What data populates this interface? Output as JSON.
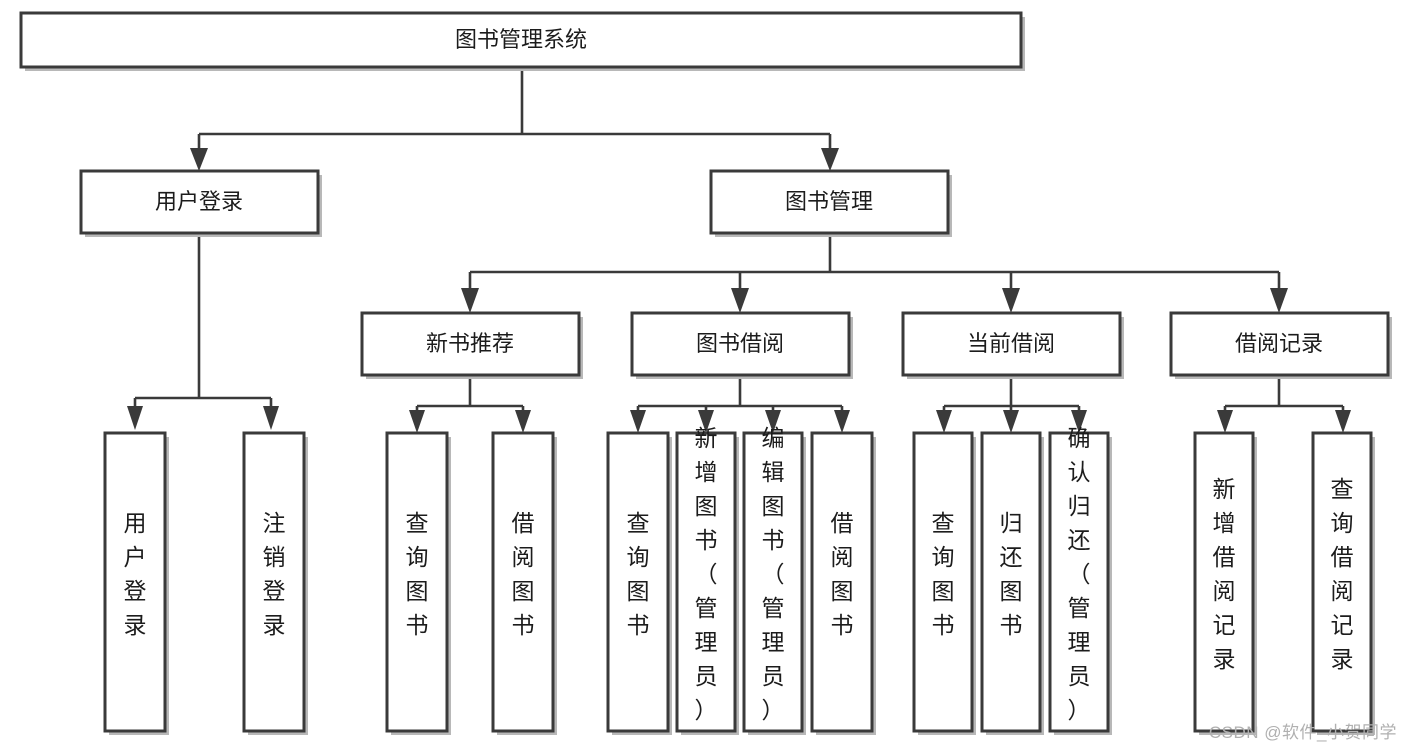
{
  "diagram": {
    "title": "图书管理系统",
    "type": "tree-hierarchy-diagram",
    "watermark": "CSDN @软件_小贺同学",
    "colors": {
      "background": "#ffffff",
      "box_fill": "#ffffff",
      "box_stroke": "#3a3a3a",
      "box_shadow": "#b8b8b8",
      "edge": "#3a3a3a",
      "text": "#1c1c1c",
      "watermark": "#b0b0b0"
    },
    "nodes": {
      "root": {
        "label": "图书管理系统"
      },
      "level2": [
        {
          "id": "user-login",
          "label": "用户登录"
        },
        {
          "id": "book-management",
          "label": "图书管理"
        }
      ],
      "level3": [
        {
          "id": "new-book-recommend",
          "label": "新书推荐"
        },
        {
          "id": "book-borrow",
          "label": "图书借阅"
        },
        {
          "id": "current-borrow",
          "label": "当前借阅"
        },
        {
          "id": "borrow-record",
          "label": "借阅记录"
        }
      ],
      "leaves": {
        "user-login": [
          {
            "id": "leaf-user-login",
            "label": "用户登录"
          },
          {
            "id": "leaf-logout-login",
            "label": "注销登录"
          }
        ],
        "new-book-recommend": [
          {
            "id": "leaf-query-book-1",
            "label": "查询图书"
          },
          {
            "id": "leaf-borrow-book-1",
            "label": "借阅图书"
          }
        ],
        "book-borrow": [
          {
            "id": "leaf-query-book-2",
            "label": "查询图书"
          },
          {
            "id": "leaf-add-book",
            "label": "新增图书（管理员）"
          },
          {
            "id": "leaf-edit-book",
            "label": "编辑图书（管理员）"
          },
          {
            "id": "leaf-borrow-book-2",
            "label": "借阅图书"
          }
        ],
        "current-borrow": [
          {
            "id": "leaf-query-book-3",
            "label": "查询图书"
          },
          {
            "id": "leaf-return-book",
            "label": "归还图书"
          },
          {
            "id": "leaf-confirm-return",
            "label": "确认归还（管理员）"
          }
        ],
        "borrow-record": [
          {
            "id": "leaf-add-record",
            "label": "新增借阅记录"
          },
          {
            "id": "leaf-query-record",
            "label": "查询借阅记录"
          }
        ]
      }
    }
  }
}
